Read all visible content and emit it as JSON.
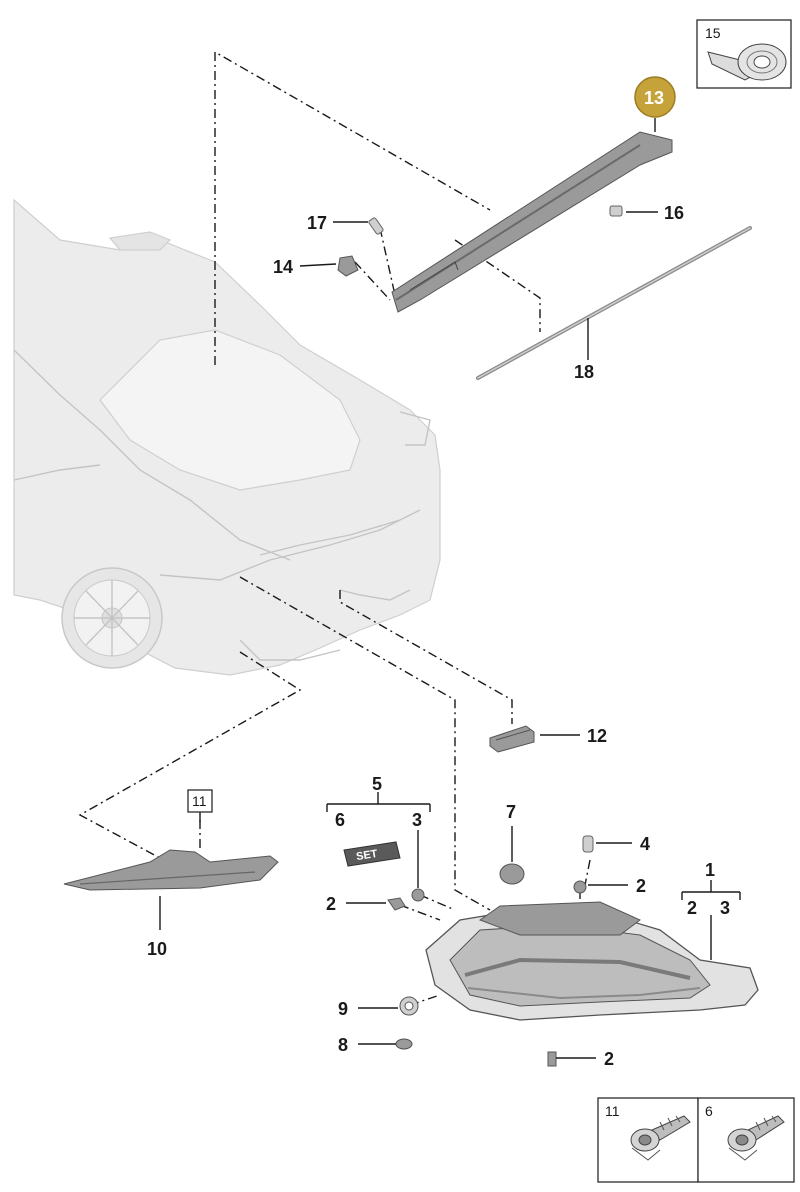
{
  "colors": {
    "highlight_badge": "#c6a23a",
    "highlight_badge_border": "#9c7d22",
    "line": "#1a1a1a",
    "car_body": "#ececec",
    "part_gray": "#9a9a9a"
  },
  "callouts": {
    "p1": "1",
    "p2a": "2",
    "p2b": "2",
    "p2c": "2",
    "p3": "3",
    "p4": "4",
    "p5": "5",
    "p6": "6",
    "p7": "7",
    "p8": "8",
    "p9": "9",
    "p10": "10",
    "p11": "11",
    "p12": "12",
    "p13": "13",
    "p14": "14",
    "p16": "16",
    "p17": "17",
    "p18": "18",
    "sub1_left": "2",
    "sub1_right": "3"
  },
  "inset_boxes": {
    "box15": {
      "label": "15",
      "icon": "tape-roll-icon"
    },
    "box11_bottom": {
      "label": "11",
      "icon": "screw-icon"
    },
    "box6_bottom": {
      "label": "6",
      "icon": "screw-icon"
    }
  },
  "set_badge": {
    "label": "SET"
  }
}
